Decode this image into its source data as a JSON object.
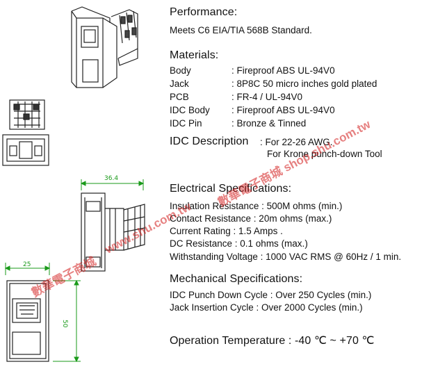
{
  "performance": {
    "title": "Performance:",
    "text": "Meets C6 EIA/TIA 568B Standard."
  },
  "materials": {
    "title": "Materials:",
    "rows": [
      {
        "key": "Body",
        "value": ": Fireproof ABS UL-94V0"
      },
      {
        "key": "Jack",
        "value": ": 8P8C 50 micro inches gold plated"
      },
      {
        "key": "PCB",
        "value": ": FR-4 / UL-94V0"
      },
      {
        "key": "IDC Body",
        "value": ": Fireproof ABS UL-94V0"
      },
      {
        "key": "IDC Pin",
        "value": ": Bronze & Tinned"
      }
    ]
  },
  "idc": {
    "title": "IDC Description",
    "line1": ": For 22-26 AWG.",
    "line2": "For Krone punch-down Tool"
  },
  "electrical": {
    "title": "Electrical Specifications:",
    "lines": [
      "Insulation Resistance : 500M ohms (min.)",
      "Contact Resistance : 20m ohms (max.)",
      "Current Rating : 1.5 Amps .",
      "DC Resistance : 0.1 ohms (max.)",
      "Withstanding Voltage : 1000 VAC RMS @ 60Hz / 1 min."
    ]
  },
  "mechanical": {
    "title": "Mechanical Specifications:",
    "lines": [
      "IDC Punch Down Cycle : Over 250 Cycles (min.)",
      "Jack Insertion Cycle : Over 2000 Cycles (min.)"
    ]
  },
  "operation": {
    "text": "Operation Temperature : -40 ℃ ~ +70 ℃"
  },
  "dimensions": {
    "width_label": "36.4",
    "face_width_label": "25",
    "height_label": "50"
  },
  "watermarks": [
    "數華電子商城",
    "www.shu.com.tw",
    "數華電子商城 shop.shu.com.tw"
  ]
}
